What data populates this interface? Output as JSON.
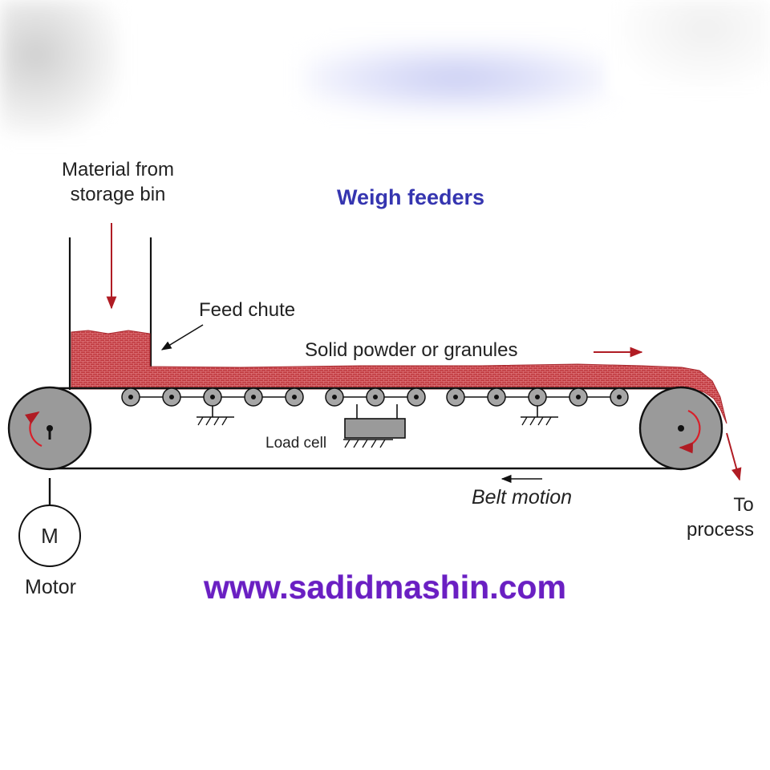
{
  "title": "Weigh feeders",
  "labels": {
    "material_from": "Material from",
    "storage_bin": "storage bin",
    "feed_chute": "Feed chute",
    "solid_powder": "Solid powder or granules",
    "load_cell": "Load cell",
    "belt_motion": "Belt motion",
    "to": "To",
    "process": "process",
    "motor_symbol": "M",
    "motor": "Motor"
  },
  "watermark": "www.sadidmashin.com",
  "colors": {
    "title": "#3535b0",
    "watermark": "#6a1fc2",
    "material": "#c0393f",
    "arrow": "#b01c24",
    "pulley": "#9a9a9a",
    "roller": "#a6a6a6",
    "line": "#111111"
  },
  "icons": [
    "rotation-arrow-icon",
    "ground-hatch-icon",
    "arrow-icon"
  ]
}
